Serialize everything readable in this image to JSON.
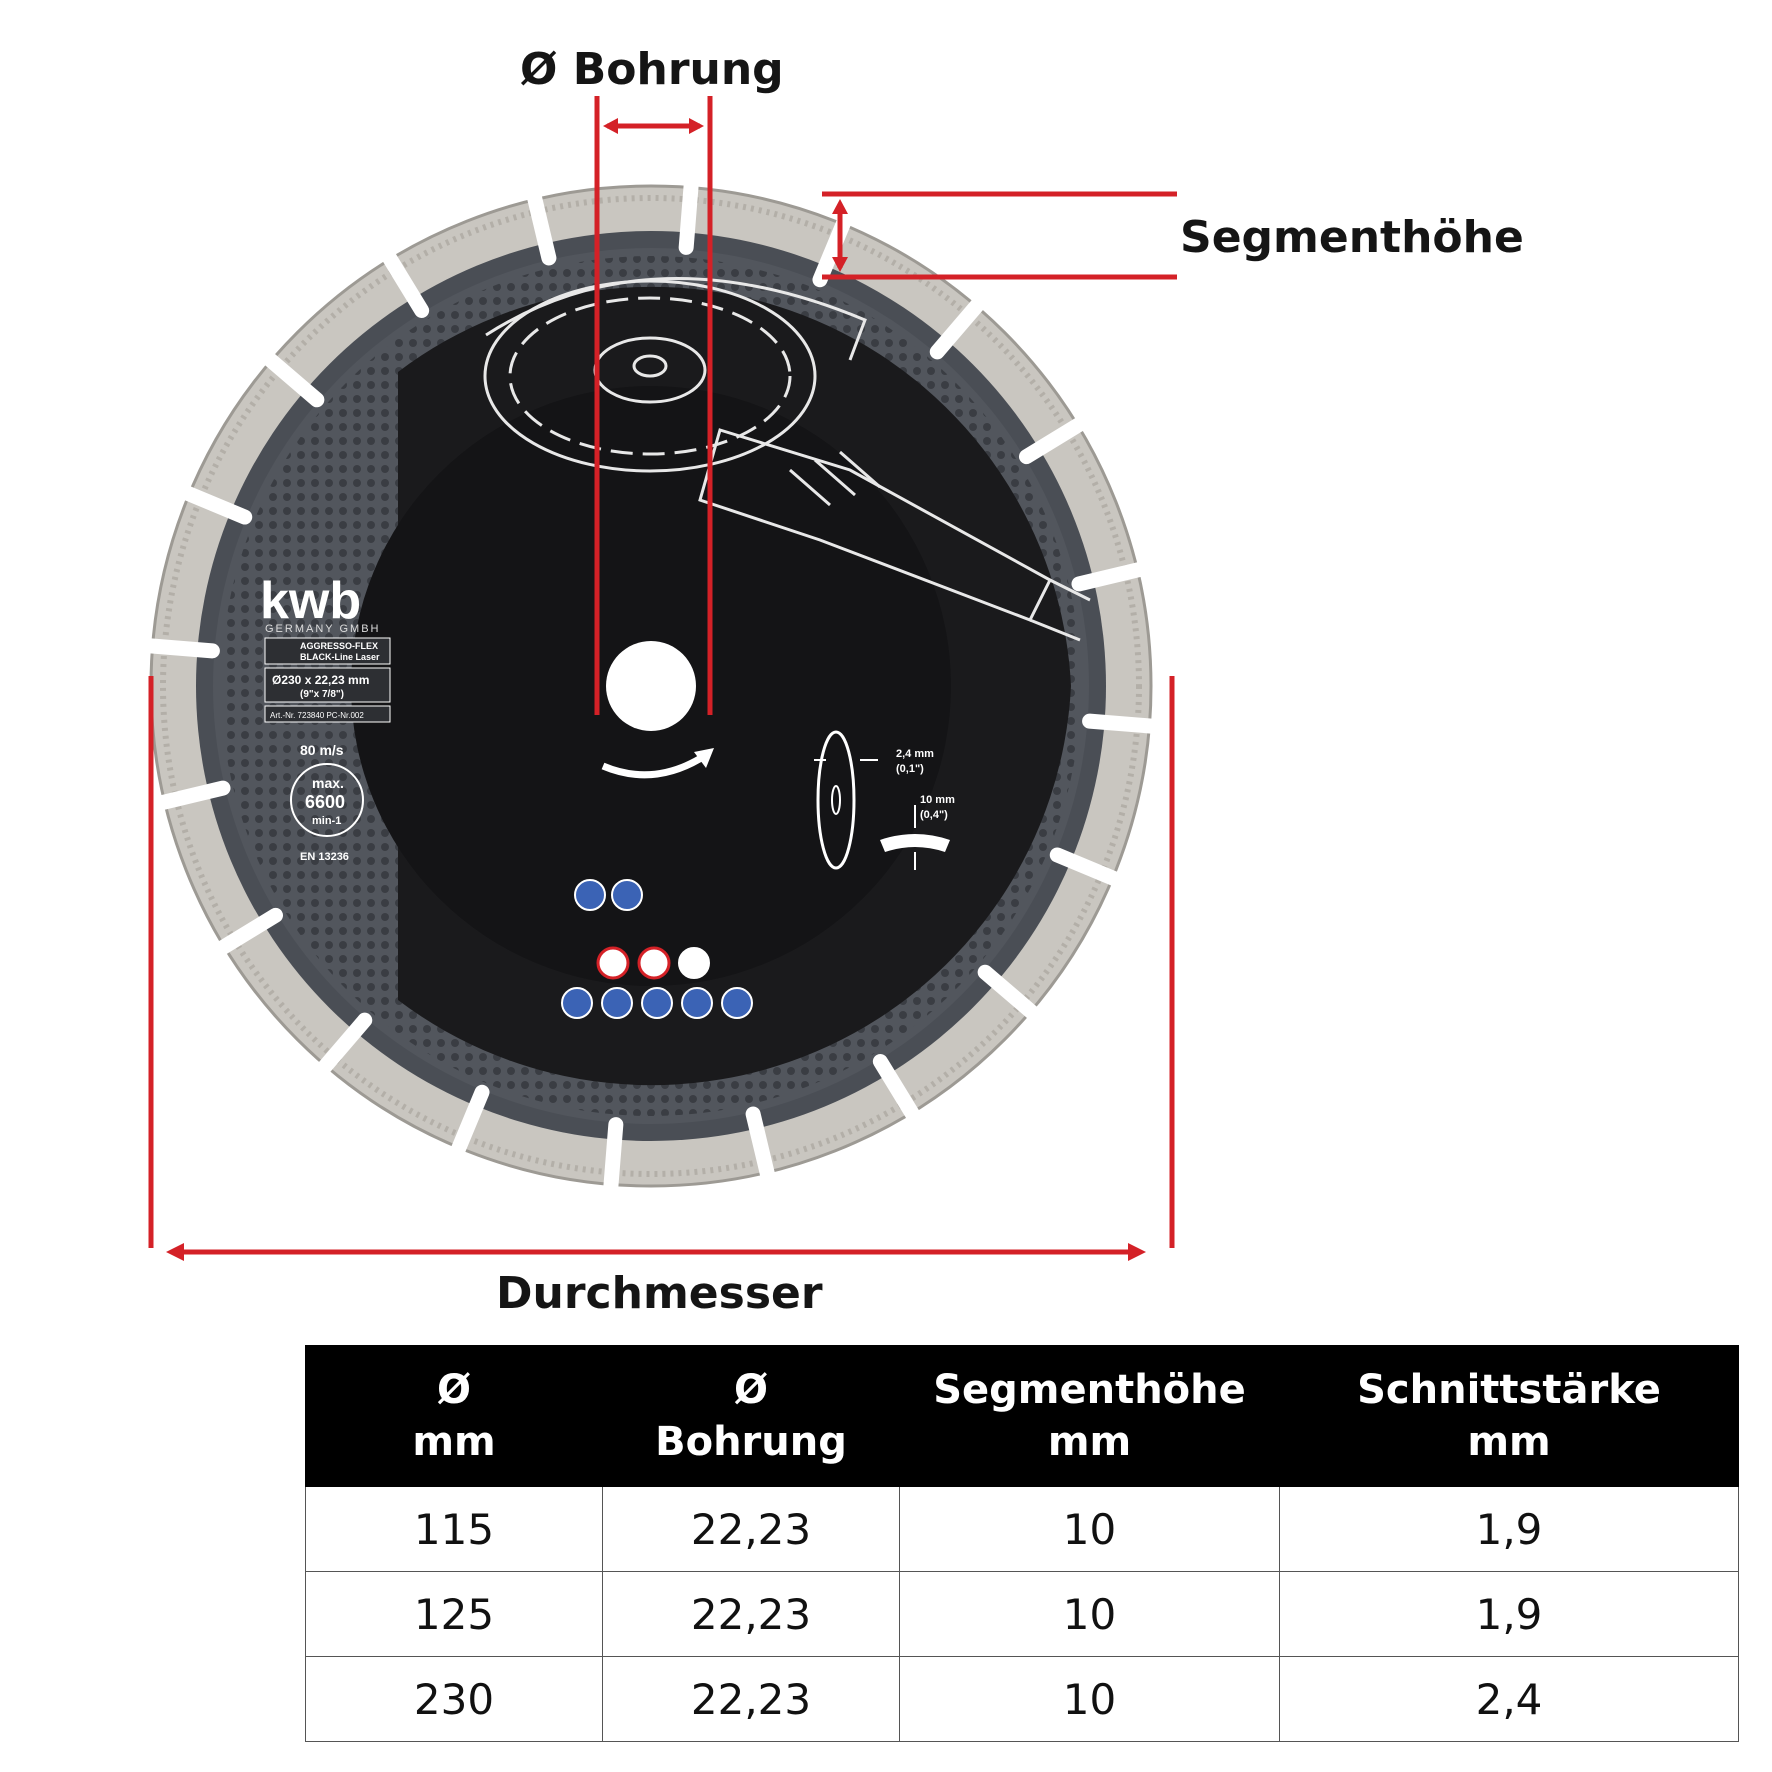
{
  "colors": {
    "dimension": "#d42127",
    "disc_body": "#1a1a1c",
    "disc_ring": "#4a4e55",
    "segment": "#c9c6c0",
    "table_header": "#000000"
  },
  "dimensions": {
    "bore_label": "Ø Bohrung",
    "segment_label": "Segmenthöhe",
    "diameter_label": "Durchmesser"
  },
  "disc_print": {
    "brand": "kwb",
    "brand_sub": "GERMANY GMBH",
    "product_line1": "AGGRESSO-FLEX",
    "product_line2": "BLACK-Line Laser",
    "size_line1": "Ø230 x 22,23 mm",
    "size_line2": "(9\"x 7/8\")",
    "article": "Art.-Nr. 723840 PC-Nr.002",
    "speed": "80 m/s",
    "rpm_max": "max.",
    "rpm_value": "6600",
    "rpm_unit": "min-1",
    "norm": "EN 13236",
    "cut_width": "2,4 mm",
    "cut_width_inch": "(0,1\")",
    "seg_height": "10 mm",
    "seg_height_inch": "(0,4\")"
  },
  "table": {
    "headers": [
      {
        "line1": "Ø",
        "line2": "mm"
      },
      {
        "line1": "Ø",
        "line2": "Bohrung"
      },
      {
        "line1": "Segmenthöhe",
        "line2": "mm"
      },
      {
        "line1": "Schnittstärke",
        "line2": "mm"
      }
    ],
    "rows": [
      [
        "115",
        "22,23",
        "10",
        "1,9"
      ],
      [
        "125",
        "22,23",
        "10",
        "1,9"
      ],
      [
        "230",
        "22,23",
        "10",
        "2,4"
      ]
    ]
  }
}
